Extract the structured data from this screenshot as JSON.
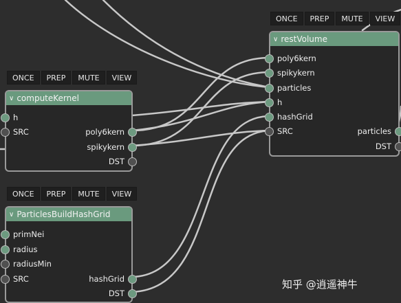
{
  "toolbar_buttons": [
    "ONCE",
    "PREP",
    "MUTE",
    "VIEW"
  ],
  "nodes": {
    "rest_volume": {
      "title": "restVolume",
      "inputs": [
        "poly6kern",
        "spikykern",
        "particles",
        "h",
        "hashGrid",
        "SRC"
      ],
      "outputs": [
        "particles",
        "DST"
      ]
    },
    "compute_kernel": {
      "title": "computeKernel",
      "inputs": [
        "h",
        "SRC"
      ],
      "outputs": [
        "poly6kern",
        "spikykern",
        "DST"
      ]
    },
    "particles_build_hash_grid": {
      "title": "ParticlesBuildHashGrid",
      "inputs": [
        "primNei",
        "radius",
        "radiusMin",
        "SRC"
      ],
      "outputs": [
        "hashGrid",
        "DST"
      ]
    }
  },
  "watermark": "知乎 @逍遥神牛",
  "colors": {
    "background": "#2d2d2d",
    "node_header": "#6a9a7e",
    "node_body": "#272727",
    "node_border": "#9a9a9a",
    "port_connected": "#6d9a80",
    "port_idle": "#505050",
    "wire": "#c8c8c8"
  }
}
